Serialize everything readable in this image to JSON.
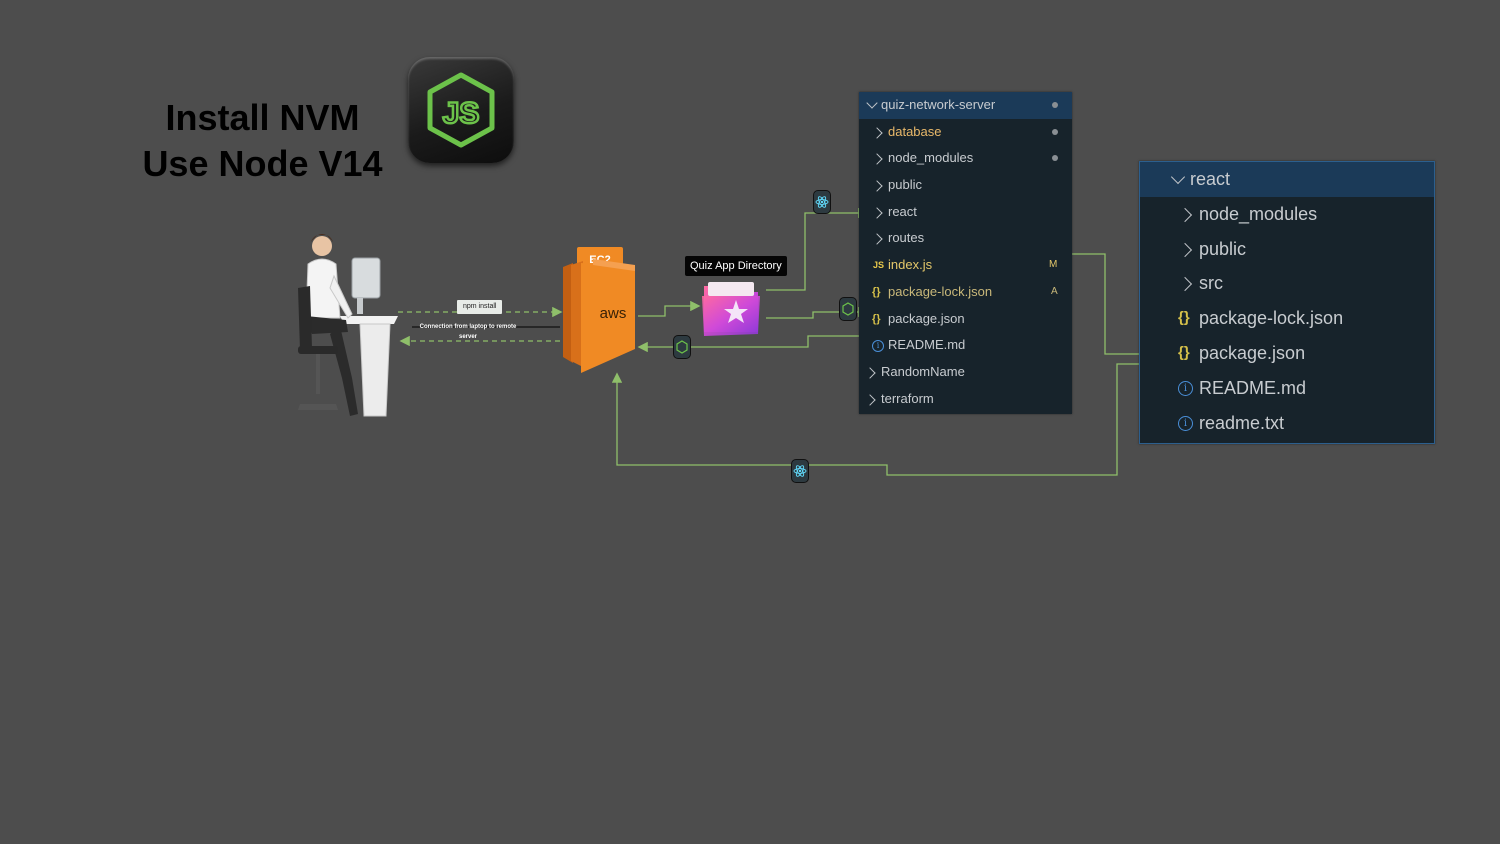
{
  "title": {
    "line1": "Install NVM",
    "line2": "Use Node V14"
  },
  "logo": {
    "text": "JS",
    "icon": "nodejs-hexagon-icon"
  },
  "flow": {
    "npm_label": "npm install",
    "connection_label": "Connection from laptop to remote server",
    "ec2_label": "EC2",
    "aws_label": "aws",
    "quiz_label": "Quiz App Directory"
  },
  "explorer_server": {
    "root": "quiz-network-server",
    "items": [
      {
        "label": "database",
        "kind": "folder"
      },
      {
        "label": "node_modules",
        "kind": "folder"
      },
      {
        "label": "public",
        "kind": "folder"
      },
      {
        "label": "react",
        "kind": "folder"
      },
      {
        "label": "routes",
        "kind": "folder"
      },
      {
        "label": "index.js",
        "kind": "js",
        "badge": "M"
      },
      {
        "label": "package-lock.json",
        "kind": "json",
        "badge": "A"
      },
      {
        "label": "package.json",
        "kind": "json"
      },
      {
        "label": "README.md",
        "kind": "info"
      }
    ],
    "siblings": [
      "RandomName",
      "terraform"
    ],
    "icons": {
      "js": "JS",
      "json": "{}",
      "info": "i"
    }
  },
  "explorer_react": {
    "root": "react",
    "items": [
      {
        "label": "node_modules",
        "kind": "folder"
      },
      {
        "label": "public",
        "kind": "folder"
      },
      {
        "label": "src",
        "kind": "folder"
      },
      {
        "label": "package-lock.json",
        "kind": "json"
      },
      {
        "label": "package.json",
        "kind": "json"
      },
      {
        "label": "README.md",
        "kind": "info"
      },
      {
        "label": "readme.txt",
        "kind": "info"
      }
    ]
  },
  "colors": {
    "background": "#4d4d4d",
    "wire": "#8fbf6a",
    "aws_orange": "#f08a24",
    "explorer_bg": "#17232b",
    "explorer_header": "#1b3a58"
  }
}
